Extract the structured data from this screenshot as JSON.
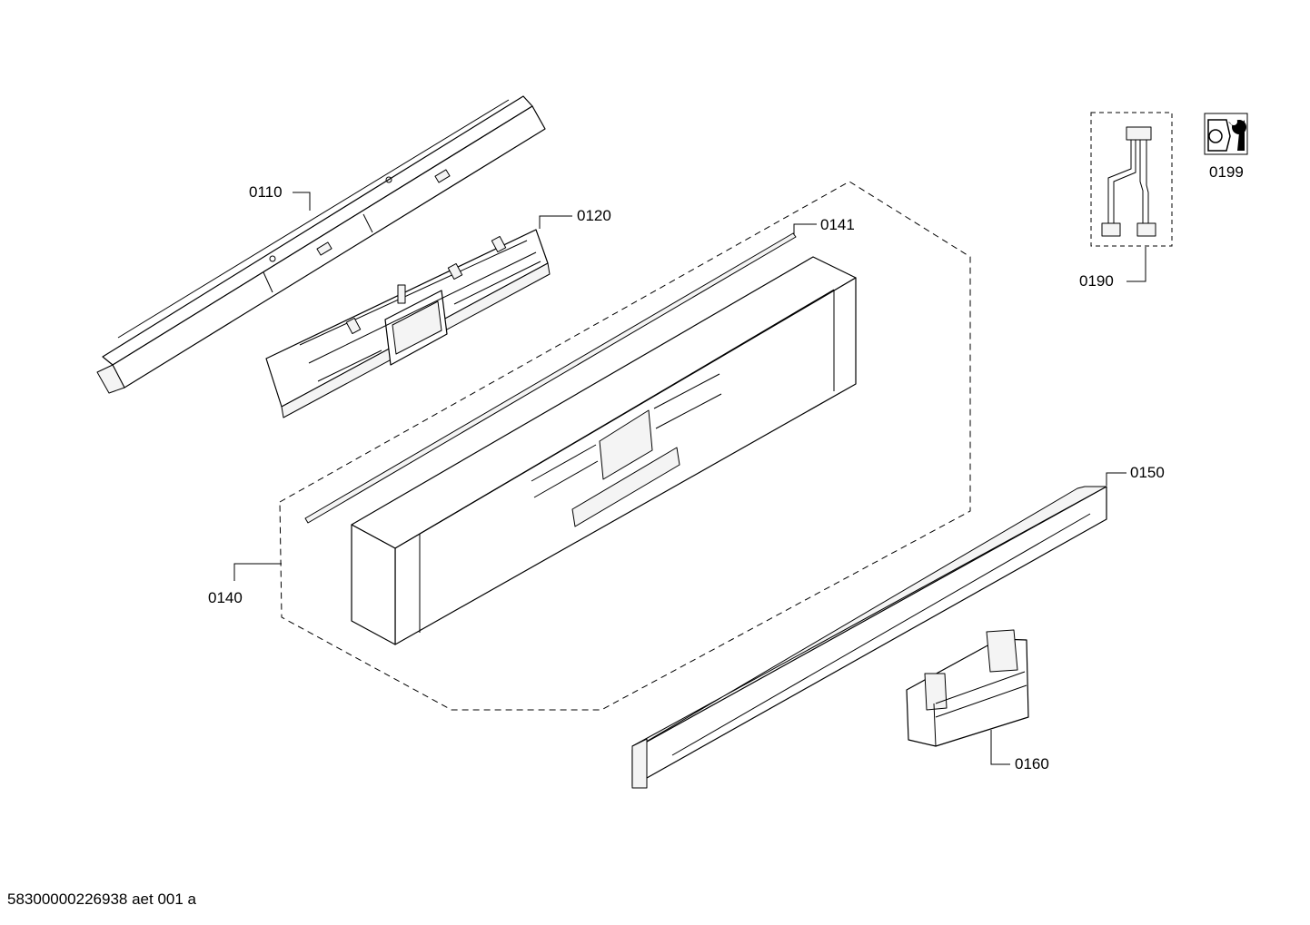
{
  "parts": [
    {
      "id": "0110"
    },
    {
      "id": "0120"
    },
    {
      "id": "0141"
    },
    {
      "id": "0140"
    },
    {
      "id": "0150"
    },
    {
      "id": "0160"
    },
    {
      "id": "0190"
    },
    {
      "id": "0199"
    }
  ],
  "footer_code": "58300000226938 aet 001 a"
}
